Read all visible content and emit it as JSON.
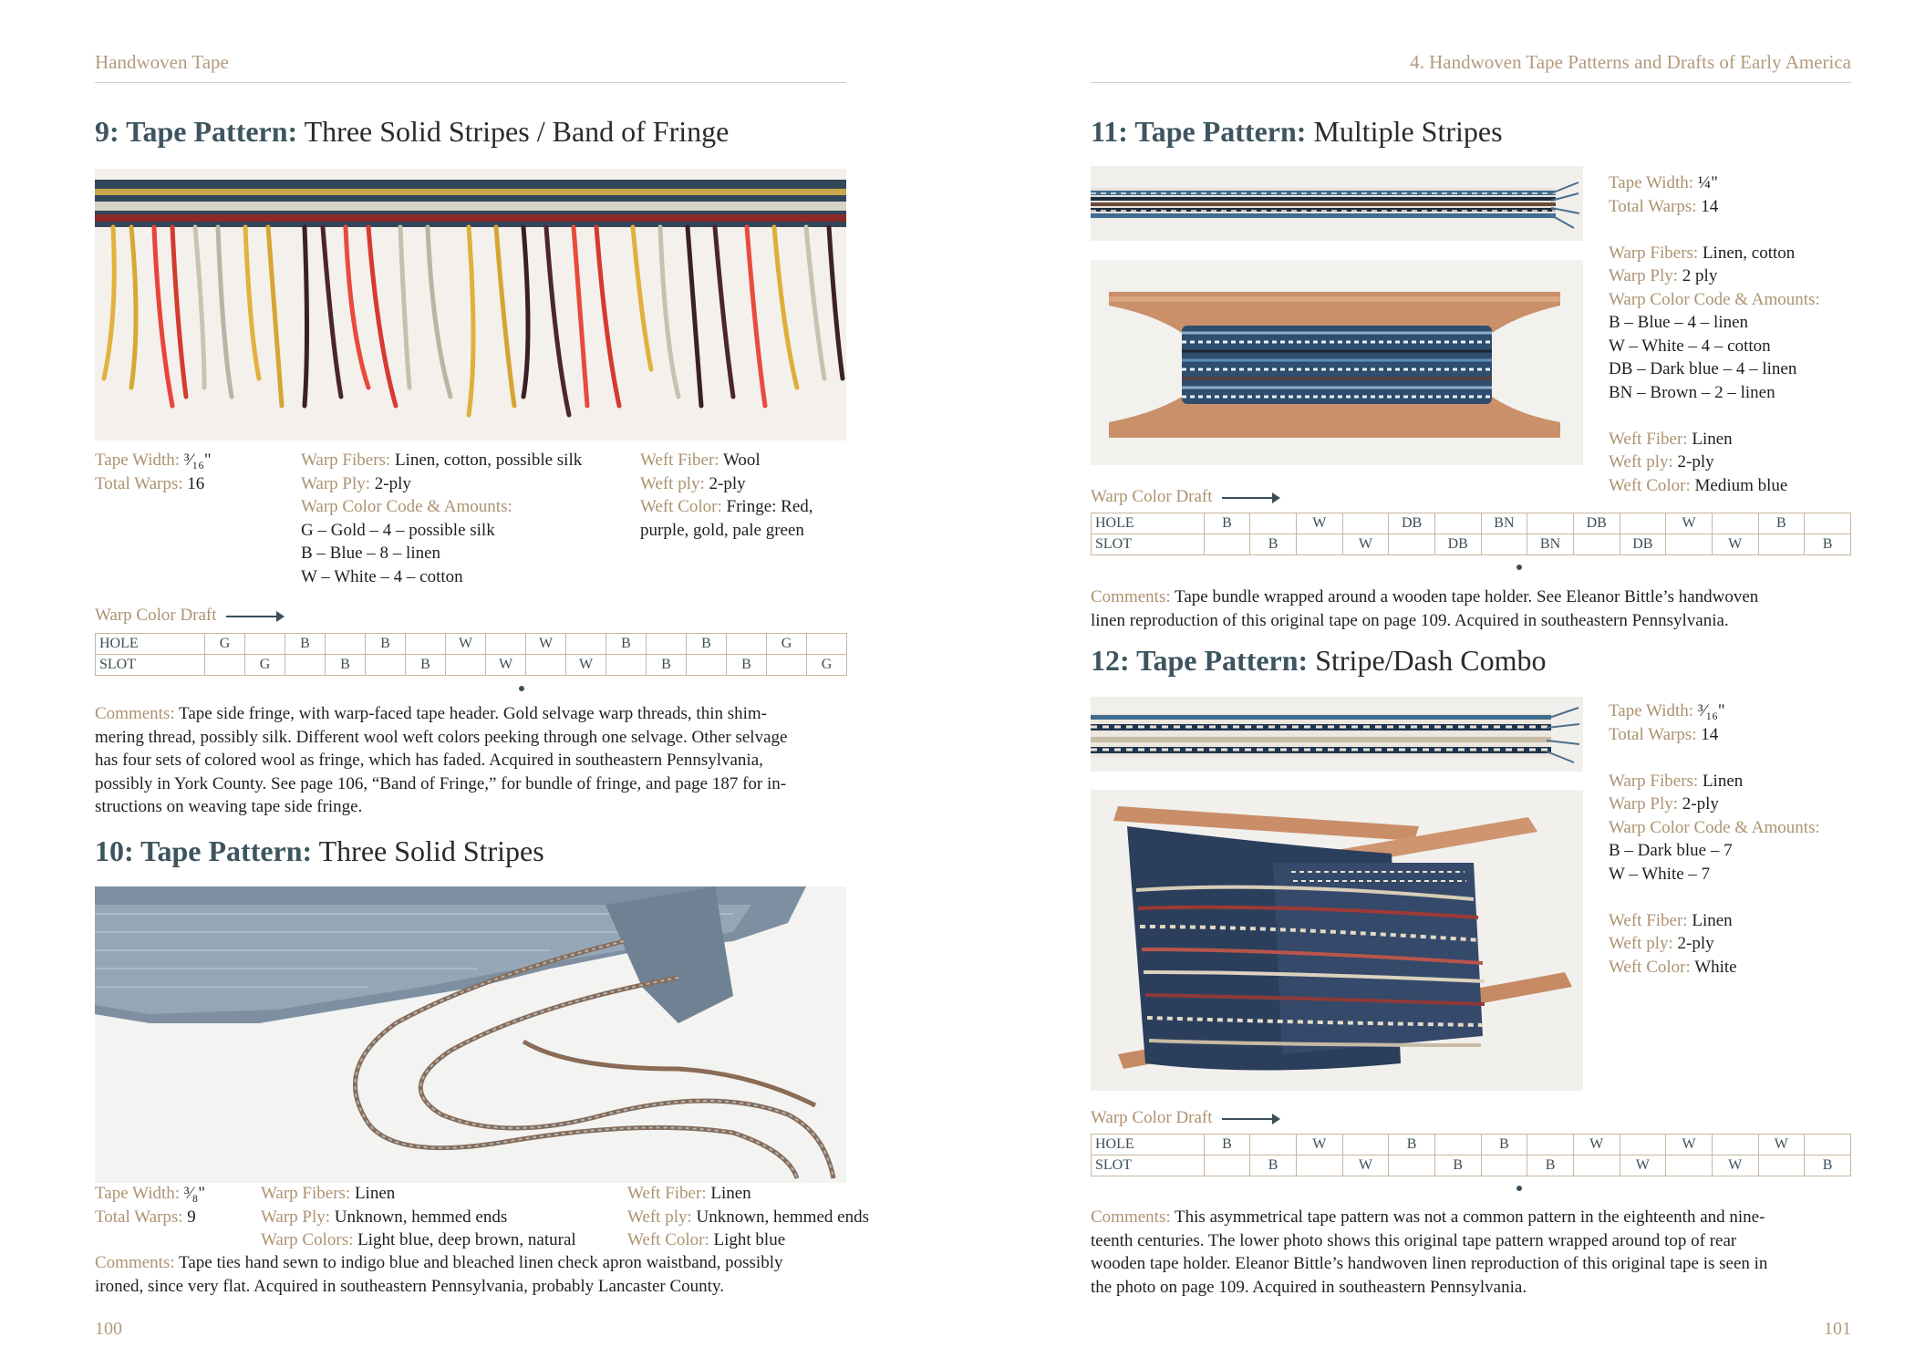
{
  "left_page": {
    "running_head": "Handwoven Tape",
    "page_number": "100"
  },
  "right_page": {
    "running_head": "4. Handwoven Tape Patterns and Drafts of Early America",
    "page_number": "101"
  },
  "p9": {
    "num": "9: Tape Pattern:",
    "name": "Three Solid Stripes / Band of Fringe",
    "width_label": "Tape Width:",
    "width_value": "³⁄₁₆\"",
    "warps_label": "Total Warps:",
    "warps_value": "16",
    "fibers_label": "Warp Fibers:",
    "fibers_value": "Linen, cotton, possible silk",
    "ply_label": "Warp Ply:",
    "ply_value": "2-ply",
    "code_label": "Warp Color Code & Amounts:",
    "codes": [
      "G – Gold – 4 – possible silk",
      "B – Blue – 8 – linen",
      "W – White – 4 – cotton"
    ],
    "weft_fiber_label": "Weft Fiber:",
    "weft_fiber_value": "Wool",
    "weft_ply_label": "Weft ply:",
    "weft_ply_value": "2-ply",
    "weft_color_label": "Weft Color:",
    "weft_color_value": "Fringe: Red,",
    "weft_color_value2": "purple, gold, pale green",
    "draft_label": "Warp Color Draft",
    "hole": [
      "HOLE",
      "G",
      "",
      "B",
      "",
      "B",
      "",
      "W",
      "",
      "W",
      "",
      "B",
      "",
      "B",
      "",
      "G",
      ""
    ],
    "slot": [
      "SLOT",
      "",
      "G",
      "",
      "B",
      "",
      "B",
      "",
      "W",
      "",
      "W",
      "",
      "B",
      "",
      "B",
      "",
      "G"
    ],
    "comment_label": "Comments:",
    "comment_lines": [
      "Tape side fringe, with warp-faced tape header. Gold selvage warp threads, thin shim-",
      "mering thread, possibly silk. Different wool weft colors peeking through one selvage. Other selvage",
      "has four sets of colored wool as fringe, which has faded. Acquired in southeastern Pennsylvania,",
      "possibly in York County. See page 106, “Band of Fringe,” for bundle of fringe, and page 187 for in-",
      "structions on weaving tape side fringe."
    ]
  },
  "p10": {
    "num": "10: Tape Pattern:",
    "name": "Three Solid Stripes",
    "width_label": "Tape Width:",
    "width_value": "³⁄₈\"",
    "warps_label": "Total Warps:",
    "warps_value": "9",
    "fibers_label": "Warp Fibers:",
    "fibers_value": "Linen",
    "ply_label": "Warp Ply:",
    "ply_value": "Unknown, hemmed ends",
    "colors_label": "Warp Colors:",
    "colors_value": "Light blue, deep brown, natural",
    "weft_fiber_label": "Weft Fiber:",
    "weft_fiber_value": "Linen",
    "weft_ply_label": "Weft ply:",
    "weft_ply_value": "Unknown, hemmed ends",
    "weft_color_label": "Weft Color:",
    "weft_color_value": "Light blue",
    "comment_label": "Comments:",
    "comment_lines": [
      "Tape ties hand sewn to indigo blue and bleached linen check apron waistband, possibly",
      "ironed, since very flat. Acquired in southeastern Pennsylvania, probably Lancaster County."
    ]
  },
  "p11": {
    "num": "11: Tape Pattern:",
    "name": "Multiple Stripes",
    "width_label": "Tape Width:",
    "width_value": "¼\"",
    "warps_label": "Total Warps:",
    "warps_value": "14",
    "fibers_label": "Warp Fibers:",
    "fibers_value": "Linen, cotton",
    "ply_label": "Warp Ply:",
    "ply_value": "2 ply",
    "code_label": "Warp Color Code & Amounts:",
    "codes": [
      "B – Blue – 4 – linen",
      "W – White – 4 – cotton",
      "DB – Dark blue – 4 – linen",
      "BN – Brown – 2 – linen"
    ],
    "weft_fiber_label": "Weft Fiber:",
    "weft_fiber_value": "Linen",
    "weft_ply_label": "Weft ply:",
    "weft_ply_value": "2-ply",
    "weft_color_label": "Weft Color:",
    "weft_color_value": "Medium blue",
    "draft_label": "Warp Color Draft",
    "hole": [
      "HOLE",
      "B",
      "",
      "W",
      "",
      "DB",
      "",
      "BN",
      "",
      "DB",
      "",
      "W",
      "",
      "B",
      ""
    ],
    "slot": [
      "SLOT",
      "",
      "B",
      "",
      "W",
      "",
      "DB",
      "",
      "BN",
      "",
      "DB",
      "",
      "W",
      "",
      "B"
    ],
    "comment_label": "Comments:",
    "comment_lines": [
      "Tape bundle wrapped around a wooden tape holder. See Eleanor Bittle’s handwoven",
      "linen reproduction of this original tape on page 109. Acquired in southeastern Pennsylvania."
    ]
  },
  "p12": {
    "num": "12: Tape Pattern:",
    "name": "Stripe/Dash Combo",
    "width_label": "Tape Width:",
    "width_value": "³⁄₁₆\"",
    "warps_label": "Total Warps:",
    "warps_value": "14",
    "fibers_label": "Warp Fibers:",
    "fibers_value": "Linen",
    "ply_label": "Warp Ply:",
    "ply_value": "2-ply",
    "code_label": "Warp Color Code & Amounts:",
    "codes": [
      "B – Dark blue – 7",
      "W – White – 7"
    ],
    "weft_fiber_label": "Weft Fiber:",
    "weft_fiber_value": "Linen",
    "weft_ply_label": "Weft ply:",
    "weft_ply_value": "2-ply",
    "weft_color_label": "Weft Color:",
    "weft_color_value": "White",
    "draft_label": "Warp Color Draft",
    "hole": [
      "HOLE",
      "B",
      "",
      "W",
      "",
      "B",
      "",
      "B",
      "",
      "W",
      "",
      "W",
      "",
      "W",
      ""
    ],
    "slot": [
      "SLOT",
      "",
      "B",
      "",
      "W",
      "",
      "B",
      "",
      "B",
      "",
      "W",
      "",
      "W",
      "",
      "B"
    ],
    "comment_label": "Comments:",
    "comment_lines": [
      "This asymmetrical tape pattern was not a common pattern in the eighteenth and nine-",
      "teenth centuries. The lower photo shows this original tape pattern wrapped around top of rear",
      "wooden tape holder. Eleanor Bittle’s handwoven linen reproduction of this original tape is seen in",
      "the photo on  page 109. Acquired in southeastern Pennsylvania."
    ]
  }
}
